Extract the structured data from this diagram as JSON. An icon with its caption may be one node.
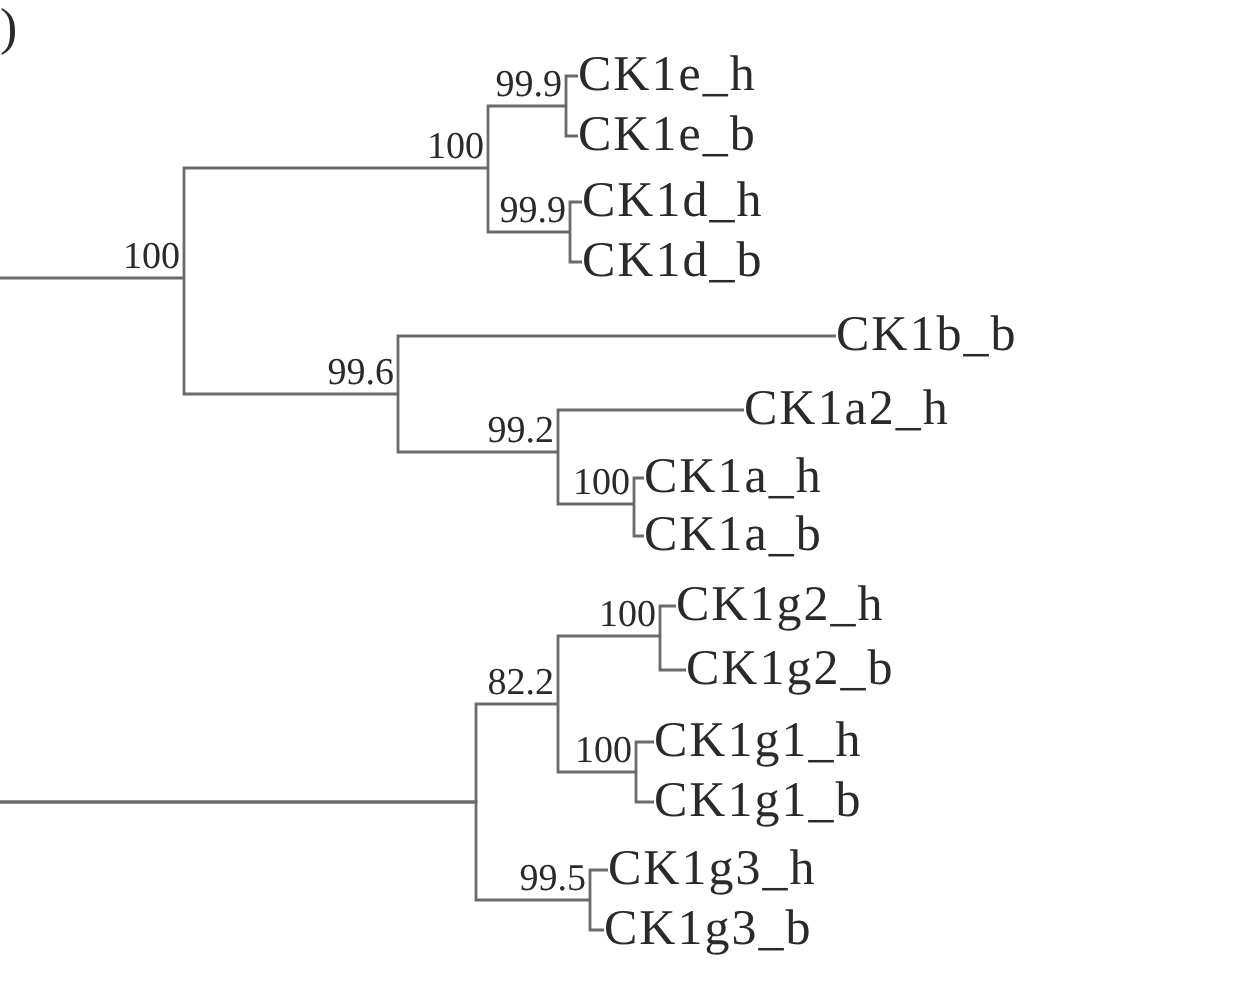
{
  "diagram": {
    "nodes": [
      {
        "text": [
          "100"
        ]
      },
      {
        "text": [
          "100"
        ]
      },
      {
        "text": [
          "99.9"
        ]
      },
      {
        "text": [
          "CK1e_h"
        ]
      },
      {
        "text": [
          "CK1e_b"
        ]
      },
      {
        "text": [
          "99.9"
        ]
      },
      {
        "text": [
          "CK1d_h"
        ]
      },
      {
        "text": [
          "CK1d_b"
        ]
      },
      {
        "text": [
          "99.6"
        ]
      },
      {
        "text": [
          "CK1b_b"
        ]
      },
      {
        "text": [
          "99.2"
        ]
      },
      {
        "text": [
          "CK1a2_h"
        ]
      },
      {
        "text": [
          "100"
        ]
      },
      {
        "text": [
          "CK1a_h"
        ]
      },
      {
        "text": [
          "CK1a_b"
        ]
      },
      {
        "text": [
          "82.2"
        ]
      },
      {
        "text": [
          "100"
        ]
      },
      {
        "text": [
          "CK1g2_h"
        ]
      },
      {
        "text": [
          "CK1g2_b"
        ]
      },
      {
        "text": [
          "100"
        ]
      },
      {
        "text": [
          "CK1g1_h"
        ]
      },
      {
        "text": [
          "CK1g1_b"
        ]
      },
      {
        "text": [
          "99.5"
        ]
      },
      {
        "text": [
          "CK1g3_h"
        ]
      },
      {
        "text": [
          "CK1g3_b"
        ]
      }
    ],
    "edges": [
      {
        "from": null,
        "to": 0,
        "arrow": "none"
      },
      {
        "from": 0,
        "to": 1,
        "arrow": "none"
      },
      {
        "from": 1,
        "to": 2,
        "arrow": "none"
      },
      {
        "from": 2,
        "to": 3,
        "arrow": "none"
      },
      {
        "from": 2,
        "to": 4,
        "arrow": "none"
      },
      {
        "from": 1,
        "to": 5,
        "arrow": "none"
      },
      {
        "from": 5,
        "to": 6,
        "arrow": "none"
      },
      {
        "from": 5,
        "to": 7,
        "arrow": "none"
      },
      {
        "from": 0,
        "to": 8,
        "arrow": "none"
      },
      {
        "from": 8,
        "to": 9,
        "arrow": "none"
      },
      {
        "from": 8,
        "to": 10,
        "arrow": "none"
      },
      {
        "from": 10,
        "to": 11,
        "arrow": "none"
      },
      {
        "from": 10,
        "to": 12,
        "arrow": "none"
      },
      {
        "from": 12,
        "to": 13,
        "arrow": "none"
      },
      {
        "from": 12,
        "to": 14,
        "arrow": "none"
      },
      {
        "from": null,
        "to": 15,
        "arrow": "none"
      },
      {
        "from": null,
        "to": 22,
        "arrow": "none"
      },
      {
        "from": 15,
        "to": 16,
        "arrow": "none"
      },
      {
        "from": 16,
        "to": 17,
        "arrow": "none"
      },
      {
        "from": 16,
        "to": 18,
        "arrow": "none"
      },
      {
        "from": 15,
        "to": 19,
        "arrow": "none"
      },
      {
        "from": 19,
        "to": 20,
        "arrow": "none"
      },
      {
        "from": 19,
        "to": 21,
        "arrow": "none"
      },
      {
        "from": 22,
        "to": 23,
        "arrow": "none"
      },
      {
        "from": 22,
        "to": 24,
        "arrow": "none"
      }
    ],
    "labels": [
      ")"
    ]
  }
}
